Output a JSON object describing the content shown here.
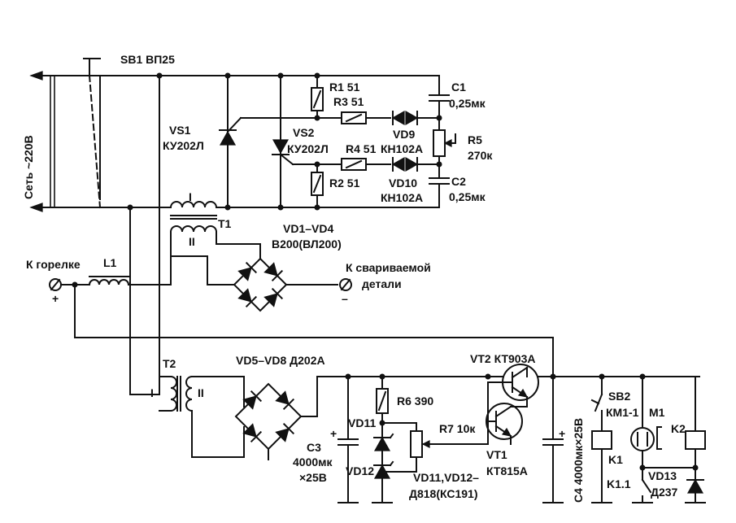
{
  "labels": {
    "sb1": "SB1 ВП25",
    "mains": "Сеть ~220В",
    "vs1_ref": "VS1",
    "vs1_type": "КУ202Л",
    "vs2_ref": "VS2",
    "vs2_type": "КУ202Л",
    "r1": "R1 51",
    "r3": "R3 51",
    "r4": "R4 51",
    "r2": "R2 51",
    "vd9_ref": "VD9",
    "vd9_type": "КН102А",
    "vd10_ref": "VD10",
    "vd10_type": "КН102А",
    "c1_ref": "C1",
    "c1_val": "0,25мк",
    "c2_ref": "C2",
    "c2_val": "0,25мк",
    "r5_ref": "R5",
    "r5_val": "270к",
    "t1": "T1",
    "t1_w1": "I",
    "t1_w2": "II",
    "vd1_ref": "VD1–VD4",
    "vd1_type": "В200(ВЛ200)",
    "torch": "К горелке",
    "l1": "L1",
    "plus": "+",
    "minus": "–",
    "work_1": "К свариваемой",
    "work_2": "детали",
    "t2": "T2",
    "t2_w1": "I",
    "t2_w2": "II",
    "vd5": "VD5–VD8 Д202А",
    "r6": "R6  390",
    "vd11": "VD11",
    "vd12": "VD12",
    "c3_ref": "C3",
    "c3_val1": "4000мк",
    "c3_val2": "×25В",
    "r7": "R7 10к",
    "vd1112_1": "VD11,VD12–",
    "vd1112_2": "Д818(КС191)",
    "vt2": "VT2 КТ903А",
    "vt1_ref": "VT1",
    "vt1_type": "КТ815А",
    "c4": "C4 4000мк×25В",
    "sb2_ref": "SB2",
    "sb2_type": "КМ1-1",
    "m1": "M1",
    "k2": "K2",
    "k1": "K1",
    "k11": "K1.1",
    "vd13_ref": "VD13",
    "vd13_type": "Д237",
    "c3_plus": "+",
    "c4_plus": "+"
  }
}
